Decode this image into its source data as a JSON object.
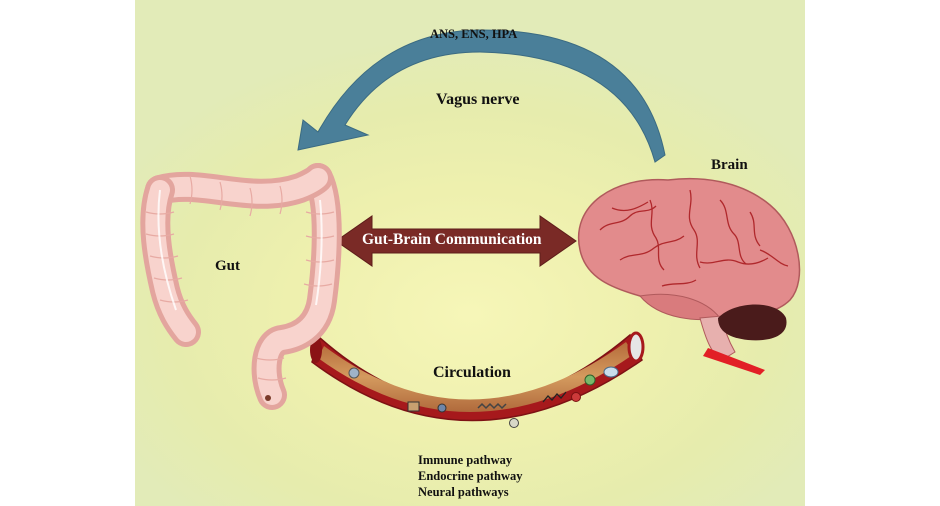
{
  "labels": {
    "top_axes": "ANS, ENS, HPA",
    "vagus": "Vagus nerve",
    "brain": "Brain",
    "gut": "Gut",
    "communication": "Gut-Brain Communication",
    "circulation": "Circulation"
  },
  "pathways": [
    "Immune pathway",
    "Endocrine pathway",
    "Neural pathways"
  ],
  "colors": {
    "vagus_arrow": "#4a7f99",
    "comm_arrow": "#7a2a26",
    "vessel_wall": "#a6191c",
    "vessel_lumen": "#c98a4e",
    "brain": "#e28b8c",
    "gut": "#f3c3bd",
    "cerebellum": "#4a1b1b"
  }
}
